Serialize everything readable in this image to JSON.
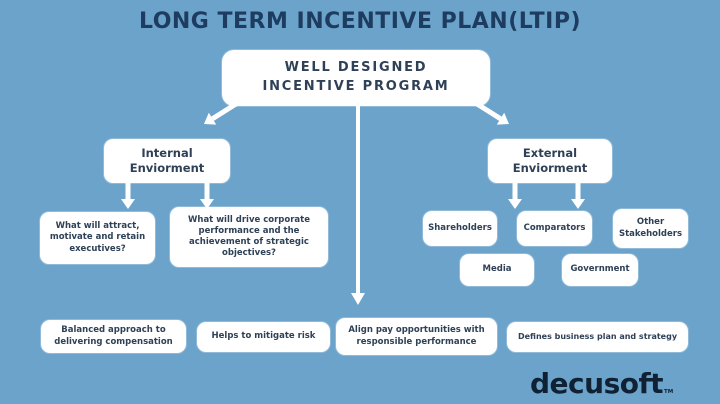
{
  "colors": {
    "background": "#6ba3cb",
    "title": "#1d3c5f",
    "box_text": "#2f4157",
    "box_bg": "#ffffff",
    "arrow": "#ffffff",
    "logo": "#0f2133"
  },
  "title": "LONG TERM INCENTIVE PLAN(LTIP)",
  "root_box": {
    "label": "WELL DESIGNED INCENTIVE PROGRAM"
  },
  "internal": {
    "label": "Internal Enviorment",
    "children": [
      {
        "label": "What will attract, motivate and retain executives?"
      },
      {
        "label": "What will drive corporate performance and the achievement of strategic objectives?"
      }
    ]
  },
  "external": {
    "label": "External Enviorment",
    "children": [
      {
        "label": "Shareholders"
      },
      {
        "label": "Comparators"
      },
      {
        "label": "Other Stakeholders"
      },
      {
        "label": "Media"
      },
      {
        "label": "Government"
      }
    ]
  },
  "bottom_row": [
    {
      "label": "Balanced approach to delivering compensation"
    },
    {
      "label": "Helps to mitigate risk"
    },
    {
      "label": "Align pay opportunities with responsible performance"
    },
    {
      "label": "Defines business plan and strategy"
    }
  ],
  "logo": {
    "text": "decusoft",
    "tm": "TM"
  }
}
